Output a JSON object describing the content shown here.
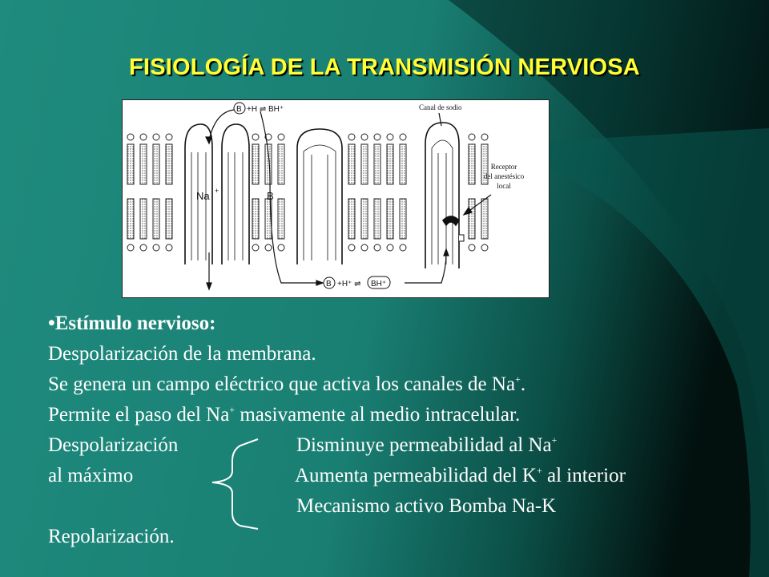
{
  "slide": {
    "title": "FISIOLOGÍA DE LA TRANSMISIÓN NERVIOSA",
    "colors": {
      "bg_main": "#1E8B7E",
      "bg_dark": "#02100E",
      "title": "#FFFF33",
      "text": "#FFFFFF"
    }
  },
  "diagram": {
    "top_eq": "+H ⇌ BH⁺",
    "top_b": "B",
    "canal_label": "Canal de sodio",
    "receptor_label": [
      "Receptor",
      "del anestésico",
      "local"
    ],
    "na_label": "Na",
    "na_sup": "+",
    "b_label": "B",
    "bottom_b": "B",
    "bottom_h": "+H⁺ ⇌",
    "bottom_bh": "BH⁺"
  },
  "content": {
    "bullet": "•Estímulo nervioso:",
    "line1": "Despolarización de la membrana.",
    "line2_a": "Se genera un campo eléctrico que activa los canales de Na",
    "line2_sup": "+",
    "line2_b": ".",
    "line3_a": "Permite el paso del Na",
    "line3_sup": "+",
    "line3_b": " masivamente al medio intracelular.",
    "line4_left": "Despolarización",
    "line5_left": " al máximo",
    "effect1_a": "Disminuye permeabilidad al Na",
    "effect1_sup": "+",
    "effect2_a": "Aumenta permeabilidad del K",
    "effect2_sup": "+",
    "effect2_b": " al interior",
    "effect3": "Mecanismo activo Bomba Na-K",
    "last": "Repolarización."
  }
}
